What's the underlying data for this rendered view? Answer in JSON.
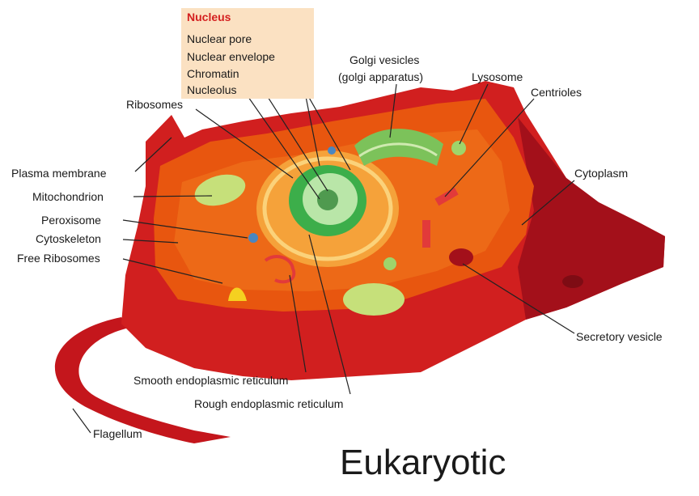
{
  "title": "Eukaryotic",
  "nucleus_box": {
    "heading": "Nucleus",
    "items": [
      "Nuclear pore",
      "Nuclear envelope",
      "Chromatin",
      "Nucleolus"
    ]
  },
  "labels": {
    "golgi": "Golgi vesicles",
    "golgi_sub": "(golgi apparatus)",
    "lysosome": "Lysosome",
    "centrioles": "Centrioles",
    "ribosomes": "Ribosomes",
    "plasma_membrane": "Plasma membrane",
    "mitochondrion": "Mitochondrion",
    "peroxisome": "Peroxisome",
    "cytoskeleton": "Cytoskeleton",
    "free_ribosomes": "Free Ribosomes",
    "cytoplasm": "Cytoplasm",
    "secretory_vesicle": "Secretory vesicle",
    "smooth_er": "Smooth endoplasmic reticulum",
    "rough_er": "Rough endoplasmic reticulum",
    "flagellum": "Flagellum"
  },
  "colors": {
    "membrane": "#c4161c",
    "cytoplasm": "#e8560f",
    "nucleus": "#f5a23a",
    "nucleolus": "#3cae4a",
    "organelle_green": "#b5d86a",
    "label_bg": "#fbe1c2",
    "heading_red": "#d41f1f"
  }
}
